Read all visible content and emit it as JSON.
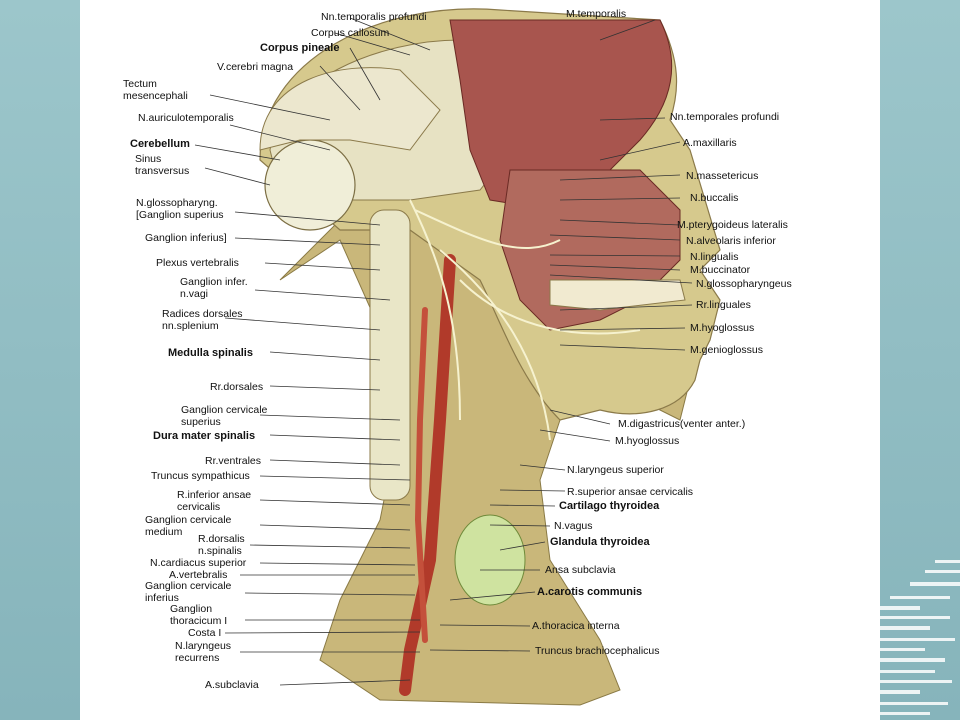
{
  "labels_left": [
    "Tectum mesencephali",
    "N.auriculotemporalis",
    "Cerebellum",
    "Sinus transversus",
    "N.glossopharyng. [Ganglion superius",
    "Ganglion inferius]",
    "Plexus vertebralis",
    "Ganglion infer. n.vagi",
    "Radices dorsales nn.splenium",
    "Medulla spinalis",
    "Rr.dorsales",
    "Ganglion cervicale superius",
    "Dura mater spinalis",
    "Rr.ventrales",
    "Truncus sympathicus",
    "R.inferior ansae cervicalis",
    "Ganglion cervicale medium",
    "R.dorsalis n.spinalis",
    "N.cardiacus superior",
    "A.vertebralis",
    "Ganglion cervicale inferius",
    "Ganglion thoracicum I",
    "Costa I",
    "N.laryngeus recurrens",
    "A.subclavia"
  ],
  "labels_top": [
    "Nn.temporalis profundi",
    "Corpus callosum",
    "Corpus pineale",
    "V.cerebri magna",
    "M.temporalis"
  ],
  "labels_right": [
    "Nn.temporales profundi",
    "A.maxillaris",
    "N.massetericus",
    "N.buccalis",
    "M.pterygoideus lateralis",
    "N.alveolaris inferior",
    "N.lingualis",
    "M.buccinator",
    "N.glossopharyngeus",
    "Rr.linguales",
    "M.hyoglossus",
    "M.genioglossus",
    "M.digastricus(venter anter.)",
    "M.hyoglossus",
    "N.laryngeus superior",
    "R.superior ansae cervicalis",
    "Cartilago thyroidea",
    "N.vagus",
    "Glandula thyroidea",
    "Ansa subclavia",
    "A.carotis communis",
    "A.thoracica interna",
    "Truncus brachiocephalicus"
  ]
}
